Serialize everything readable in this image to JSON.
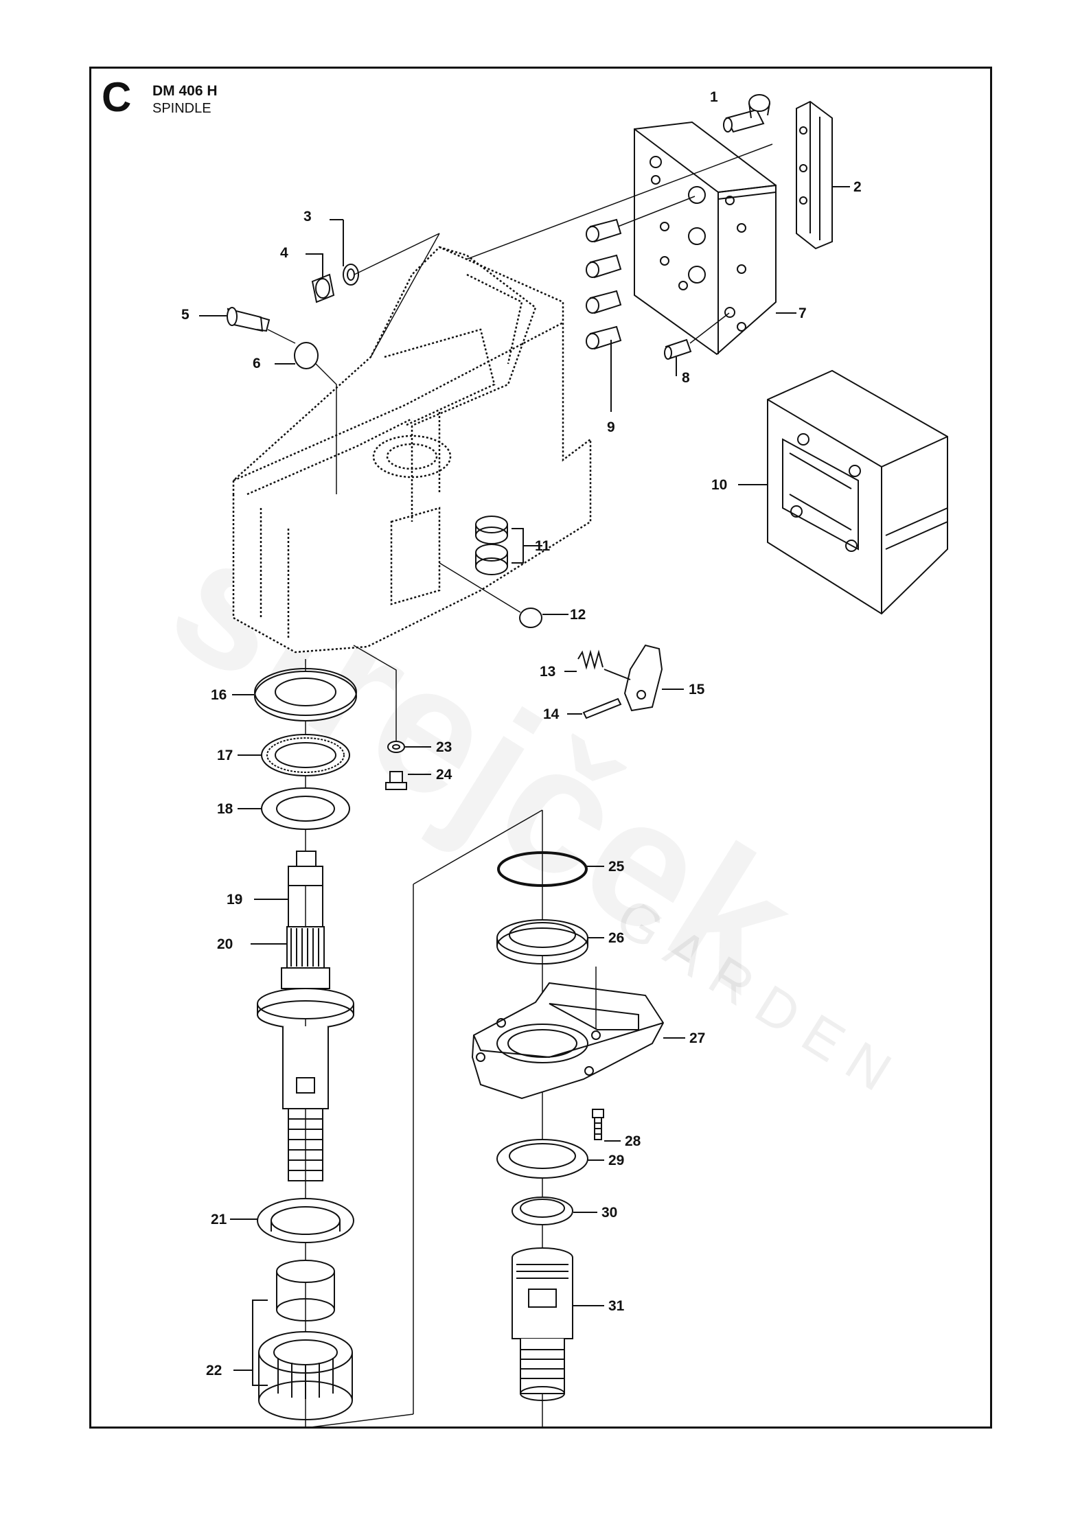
{
  "header": {
    "section_letter": "C",
    "model": "DM 406 H",
    "name": "SPINDLE"
  },
  "watermark": {
    "brand": "strejček",
    "sub": "GARDEN"
  },
  "callouts": {
    "p1": "1",
    "p2": "2",
    "p3": "3",
    "p4": "4",
    "p5": "5",
    "p6": "6",
    "p7": "7",
    "p8": "8",
    "p9": "9",
    "p10": "10",
    "p11": "11",
    "p12": "12",
    "p13": "13",
    "p14": "14",
    "p15": "15",
    "p16": "16",
    "p17": "17",
    "p18": "18",
    "p19": "19",
    "p20": "20",
    "p21": "21",
    "p22": "22",
    "p23": "23",
    "p24": "24",
    "p25": "25",
    "p26": "26",
    "p27": "27",
    "p28": "28",
    "p29": "29",
    "p30": "30",
    "p31": "31"
  }
}
